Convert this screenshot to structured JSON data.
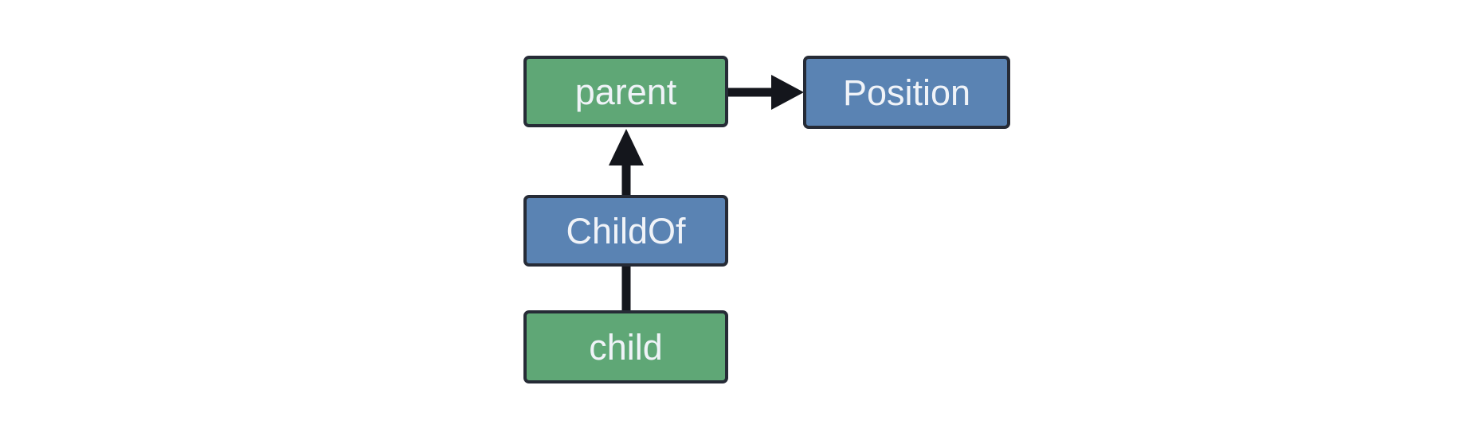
{
  "diagram": {
    "type": "entity-relationship-graph",
    "nodes": {
      "parent": {
        "label": "parent",
        "kind": "entity",
        "fill": "#5fa776"
      },
      "position": {
        "label": "Position",
        "kind": "component",
        "fill": "#5a83b3"
      },
      "childof": {
        "label": "ChildOf",
        "kind": "relationship",
        "fill": "#5a83b3"
      },
      "child": {
        "label": "child",
        "kind": "entity",
        "fill": "#5fa776"
      }
    },
    "edges": [
      {
        "from": "parent",
        "to": "Position",
        "connector": "arrow"
      },
      {
        "from": "ChildOf",
        "to": "parent",
        "connector": "arrow"
      },
      {
        "from": "child",
        "to": "ChildOf",
        "connector": "line"
      }
    ],
    "colors": {
      "background": "#ffffff",
      "node_border": "#262b36",
      "edge": "#14161c",
      "text": "#f0f3f8",
      "entity_fill": "#5fa776",
      "pair_fill": "#5a83b3"
    }
  }
}
